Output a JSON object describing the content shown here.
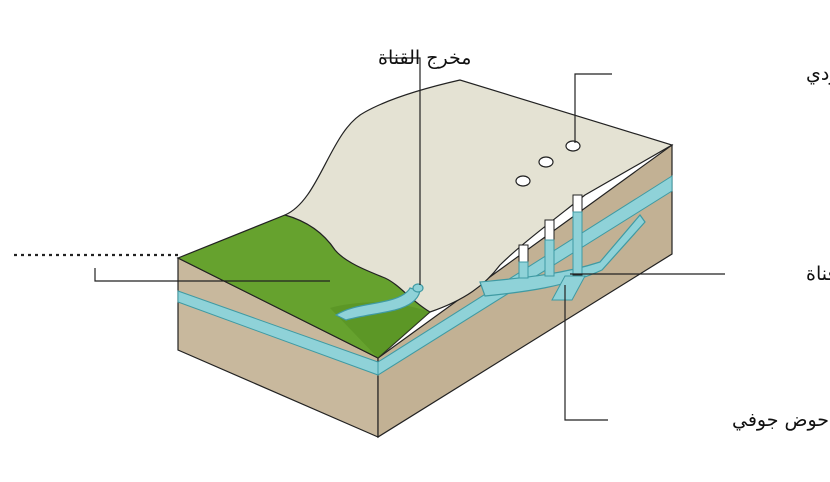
{
  "labels": {
    "canal_outlet": "مخرج القناة",
    "vertical_shaft": "بئر مدخل عامودي",
    "canal": "قناة",
    "aquifer": "حوض جوفي"
  },
  "colors": {
    "ground": "#c8b89d",
    "ground_dark": "#b3a285",
    "hill": "#e4e2d3",
    "green": "#66a22e",
    "green_dark": "#4f8a1d",
    "water": "#8fd2d8",
    "water_stroke": "#3f9aa3",
    "outline": "#222222"
  }
}
